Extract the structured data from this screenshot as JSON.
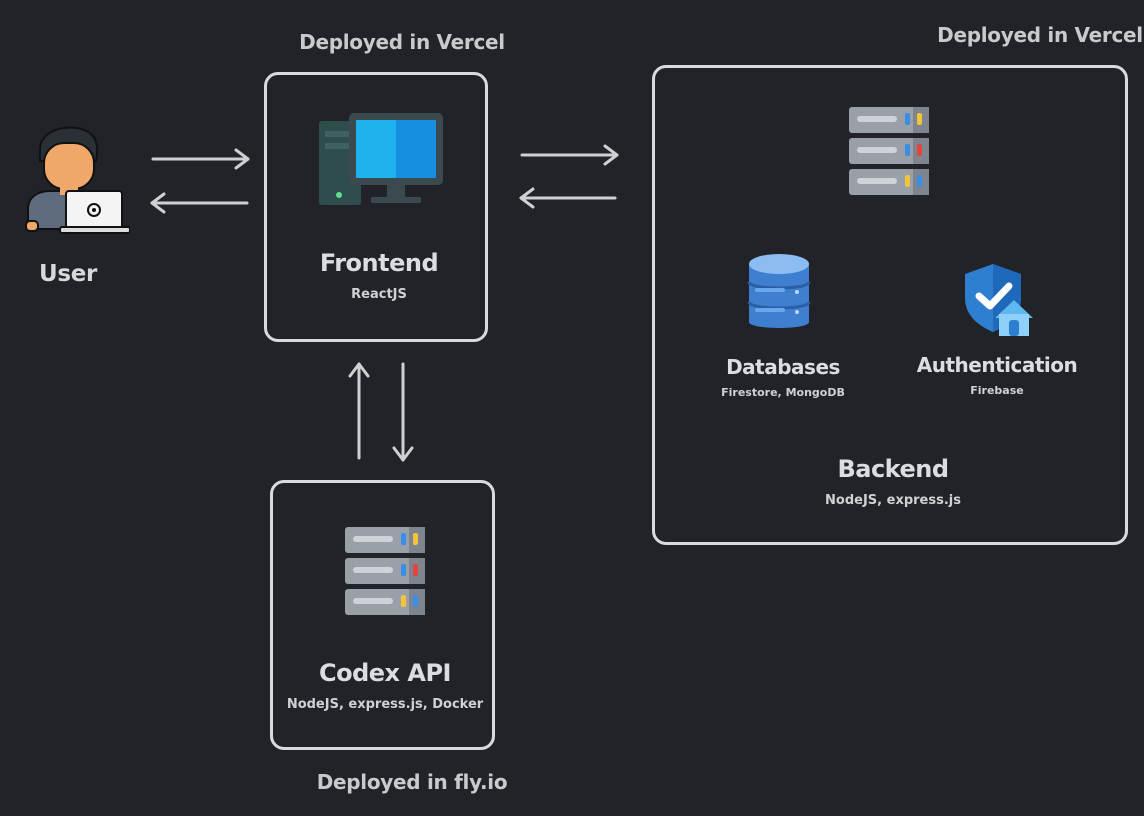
{
  "user": {
    "label": "User"
  },
  "frontend": {
    "deploy_label": "Deployed in Vercel",
    "title": "Frontend",
    "subtitle": "ReactJS"
  },
  "backend": {
    "deploy_label": "Deployed in Vercel",
    "title": "Backend",
    "subtitle": "NodeJS, express.js",
    "databases": {
      "title": "Databases",
      "subtitle": "Firestore, MongoDB"
    },
    "authentication": {
      "title": "Authentication",
      "subtitle": "Firebase"
    }
  },
  "codex": {
    "deploy_label": "Deployed in fly.io",
    "title": "Codex API",
    "subtitle": "NodeJS, express.js, Docker"
  },
  "colors": {
    "background": "#212328",
    "border": "#d9dadc",
    "monitor_screen": "#1ea7e8",
    "database": "#4a8fdb",
    "shield": "#2f7fd0",
    "server_body": "#a6abb3"
  },
  "icons": [
    "user-laptop-icon",
    "desktop-computer-icon",
    "server-rack-icon",
    "database-icon",
    "shield-home-icon"
  ]
}
